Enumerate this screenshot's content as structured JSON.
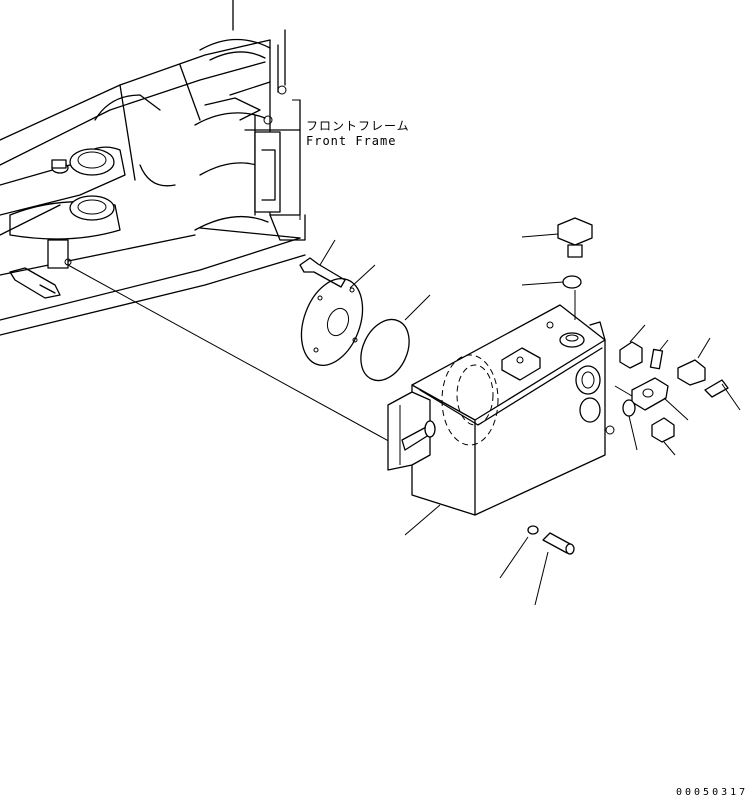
{
  "labels": {
    "front_frame_jp": "フロントフレーム",
    "front_frame_en": "Front Frame"
  },
  "drawing_code": "00050317"
}
